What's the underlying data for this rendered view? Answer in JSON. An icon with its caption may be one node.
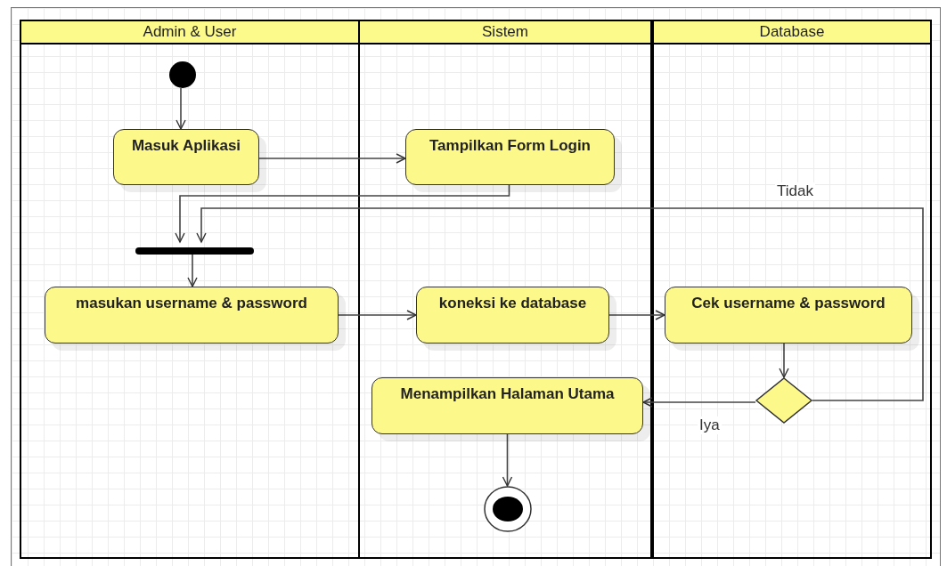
{
  "diagram": {
    "nodes": [
      {
        "text": [
          "Admin & User"
        ]
      },
      {
        "text": [
          "Sistem"
        ]
      },
      {
        "text": [
          "Database"
        ]
      },
      {
        "text": [],
        "shape": "circle",
        "in": 0
      },
      {
        "text": [
          "Masuk Aplikasi"
        ],
        "in": 0
      },
      {
        "text": [
          "Tampilkan Form Login"
        ],
        "in": 1
      },
      {
        "text": [],
        "shape": "bar",
        "in": 0
      },
      {
        "text": [
          "masukan username & password"
        ],
        "in": 0
      },
      {
        "text": [
          "koneksi ke database"
        ],
        "in": 1
      },
      {
        "text": [
          "Cek username & password"
        ],
        "in": 2
      },
      {
        "text": [],
        "shape": "diamond",
        "in": 2
      },
      {
        "text": [
          "Menampilkan Halaman Utama"
        ],
        "in": 1
      },
      {
        "text": [],
        "shape": "bullseye",
        "in": 1
      }
    ],
    "edges": [
      {
        "from": 3,
        "to": 4,
        "arrow": "to"
      },
      {
        "from": 4,
        "to": 5,
        "arrow": "to"
      },
      {
        "from": 5,
        "to": 6,
        "arrow": "to"
      },
      {
        "from": 6,
        "to": 7,
        "arrow": "to"
      },
      {
        "from": 7,
        "to": 8,
        "arrow": "to"
      },
      {
        "from": 8,
        "to": 9,
        "arrow": "to"
      },
      {
        "from": 9,
        "to": 10,
        "arrow": "to"
      },
      {
        "from": 10,
        "to": 6,
        "arrow": "to",
        "label": "Tidak"
      },
      {
        "from": 10,
        "to": 11,
        "arrow": "to",
        "label": "Iya"
      },
      {
        "from": 11,
        "to": 12,
        "arrow": "to"
      }
    ]
  }
}
